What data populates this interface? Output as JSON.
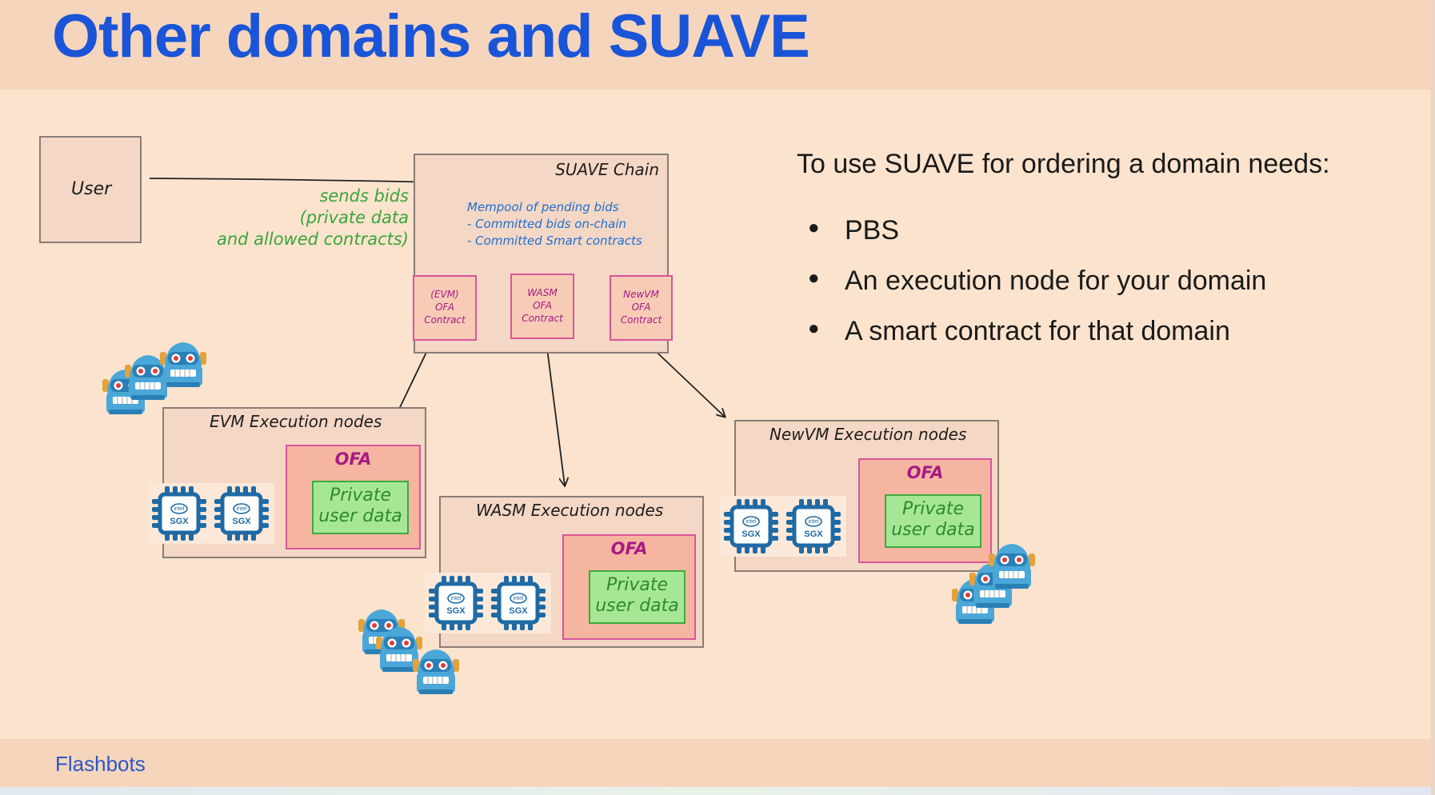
{
  "slide": {
    "title": "Other domains and SUAVE",
    "footer_brand": "Flashbots"
  },
  "user_box": {
    "label": "User"
  },
  "bids_note": {
    "lines": [
      "sends bids",
      "(private data",
      "and allowed contracts)"
    ]
  },
  "suave_chain": {
    "label": "SUAVE Chain",
    "mempool_lines": [
      "Mempool of pending bids",
      "- Committed bids on-chain",
      "- Committed Smart contracts"
    ],
    "contracts": [
      {
        "lines": [
          "(EVM)",
          "OFA",
          "Contract"
        ]
      },
      {
        "lines": [
          "WASM",
          "OFA",
          "Contract"
        ]
      },
      {
        "lines": [
          "NewVM",
          "OFA",
          "Contract"
        ]
      }
    ]
  },
  "execution_groups": [
    {
      "label": "EVM Execution nodes",
      "ofa_label": "OFA",
      "private_lines": [
        "Private",
        "user data"
      ],
      "chip_label": "SGX",
      "chip_brand": "intel"
    },
    {
      "label": "WASM Execution nodes",
      "ofa_label": "OFA",
      "private_lines": [
        "Private",
        "user data"
      ],
      "chip_label": "SGX",
      "chip_brand": "intel"
    },
    {
      "label": "NewVM Execution nodes",
      "ofa_label": "OFA",
      "private_lines": [
        "Private",
        "user data"
      ],
      "chip_label": "SGX",
      "chip_brand": "intel"
    }
  ],
  "requirements": {
    "intro": "To use SUAVE for ordering a domain needs:",
    "items": [
      "PBS",
      "An execution node for your domain",
      "A smart contract for that domain"
    ]
  },
  "icons": {
    "chip": "sgx-chip-icon",
    "robot": "robot-icon"
  },
  "colors": {
    "title_blue": "#1a55d8",
    "contract_magenta": "#a51b84",
    "private_green": "#3aa43a",
    "mempool_blue": "#1f6fd2",
    "chip_blue": "#1f6aa5",
    "robot_body": "#4aa7d8"
  }
}
